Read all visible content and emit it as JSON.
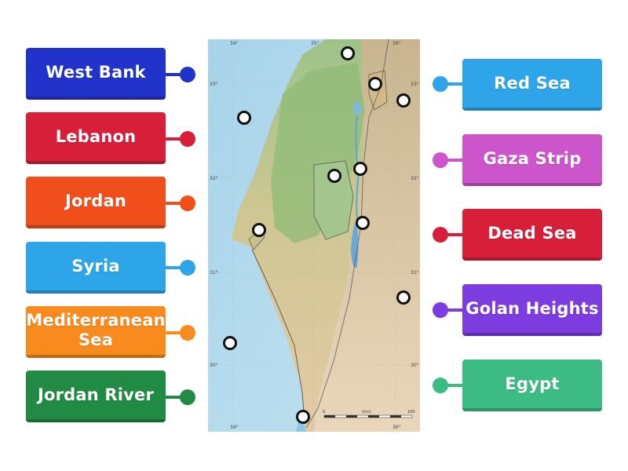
{
  "labels_left": [
    {
      "text": "West Bank",
      "color": "#2233cc"
    },
    {
      "text": "Lebanon",
      "color": "#d71f3a"
    },
    {
      "text": "Jordan",
      "color": "#f04f1c"
    },
    {
      "text": "Syria",
      "color": "#2ea5e8"
    },
    {
      "text": "Mediterranean Sea",
      "color": "#f98a1e"
    },
    {
      "text": "Jordan River",
      "color": "#218a45"
    }
  ],
  "labels_right": [
    {
      "text": "Red Sea",
      "color": "#2ea5e8"
    },
    {
      "text": "Gaza Strip",
      "color": "#cc55cc"
    },
    {
      "text": "Dead Sea",
      "color": "#d71f3a"
    },
    {
      "text": "Golan Heights",
      "color": "#7d3ce0"
    },
    {
      "text": "Egypt",
      "color": "#3dbb84"
    }
  ],
  "map": {
    "lon_ticks": [
      "34°",
      "35°",
      "36°"
    ],
    "lat_ticks": [
      "33°",
      "32°",
      "31°",
      "30°"
    ],
    "scale_label": "(km)",
    "scale_start": "0",
    "scale_end": "100"
  }
}
